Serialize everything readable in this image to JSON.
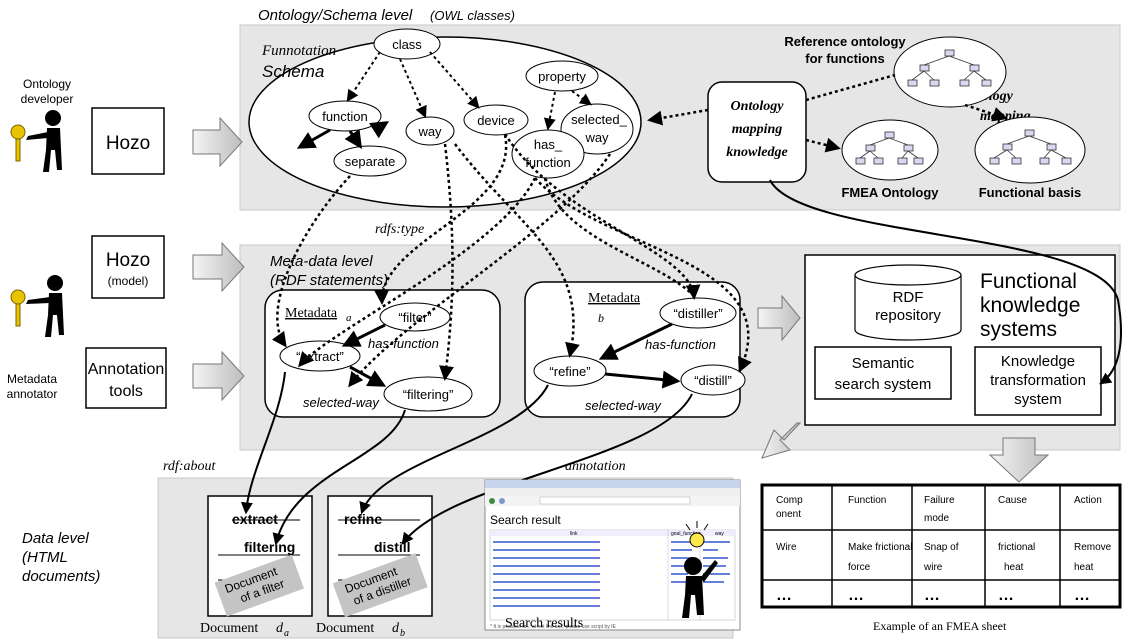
{
  "levels": {
    "ontology_title": "Ontology/Schema level",
    "ontology_subtitle": "(OWL classes)",
    "meta_title": "Meta-data level",
    "meta_subtitle": "(RDF statements)",
    "data_title": "Data level",
    "data_subtitle_1": "(HTML",
    "data_subtitle_2": "documents)"
  },
  "actors": {
    "developer_1": "Ontology",
    "developer_2": "developer",
    "annotator_1": "Metadata",
    "annotator_2": "annotator"
  },
  "tools": {
    "hozo": "Hozo",
    "hozo_model_1": "Hozo",
    "hozo_model_2": "(model)",
    "annotation_1": "Annotation",
    "annotation_2": "tools"
  },
  "schema": {
    "title_1": "Funnotation",
    "title_2": "Schema",
    "class": "class",
    "function": "function",
    "way": "way",
    "device": "device",
    "separate": "separate",
    "property": "property",
    "selected_way_1": "selected_",
    "selected_way_2": "way",
    "has_function_1": "has_",
    "has_function_2": "function"
  },
  "ontologies": {
    "reference_1": "Reference ontology",
    "reference_2": "for functions",
    "mapping_label_1": "Ontology",
    "mapping_label_2": "mapping",
    "omk_1": "Ontology",
    "omk_2": "mapping",
    "omk_3": "knowledge",
    "fmea": "FMEA Ontology",
    "functional_basis": "Functional basis"
  },
  "labels": {
    "rdfs_type": "rdfs:type",
    "rdf_about": "rdf:about",
    "annotation": "annotation"
  },
  "metadata_a": {
    "title": "Metadata",
    "sub": "a",
    "filter": "“filter”",
    "extract": "“extract”",
    "filtering": "“filtering”",
    "has_function": "has-function",
    "selected_way": "selected-way"
  },
  "metadata_b": {
    "title": "Metadata",
    "sub": "b",
    "distiller": "“distiller”",
    "refine": "“refine”",
    "distill": "“distill”",
    "has_function": "has-function",
    "selected_way": "selected-way"
  },
  "systems": {
    "title_1": "Functional",
    "title_2": "knowledge",
    "title_3": "systems",
    "rdf_1": "RDF",
    "rdf_2": "repository",
    "semantic_1": "Semantic",
    "semantic_2": "search system",
    "kt_1": "Knowledge",
    "kt_2": "transformation",
    "kt_3": "system"
  },
  "documents": {
    "a_word1": "extract",
    "a_word2": "filtering",
    "a_tag_1": "Document",
    "a_tag_2": "of a filter",
    "a_caption": "Document",
    "a_sub": "a",
    "b_word1": "refine",
    "b_word2": "distill",
    "b_tag_1": "Document",
    "b_tag_2": "of a distiller",
    "b_caption": "Document",
    "b_sub": "b"
  },
  "search": {
    "window_title": "Search result",
    "caption": "Search results",
    "footer": "* It is possible to... at not link box. please use script by IE",
    "columns": [
      "link",
      "goal_function",
      "way"
    ]
  },
  "fmea_sheet": {
    "caption": "Example of an FMEA sheet",
    "h1": "Comp",
    "h1b": "onent",
    "h2": "Function",
    "h3": "Failure",
    "h3b": "mode",
    "h4": "Cause",
    "h5": "Action",
    "r1": "Wire",
    "r2": "Make frictional",
    "r2b": "force",
    "r3": "Snap of",
    "r3b": "wire",
    "r4": "frictional",
    "r4b": "heat",
    "r5": "Remove",
    "r5b": "heat",
    "dots": "…"
  },
  "colors": {
    "panel": "#e6e6e6",
    "panel_border": "#b0b0b0",
    "arrow_fill": "#d9d9d9",
    "hint_grey": "#c8c8c8"
  }
}
